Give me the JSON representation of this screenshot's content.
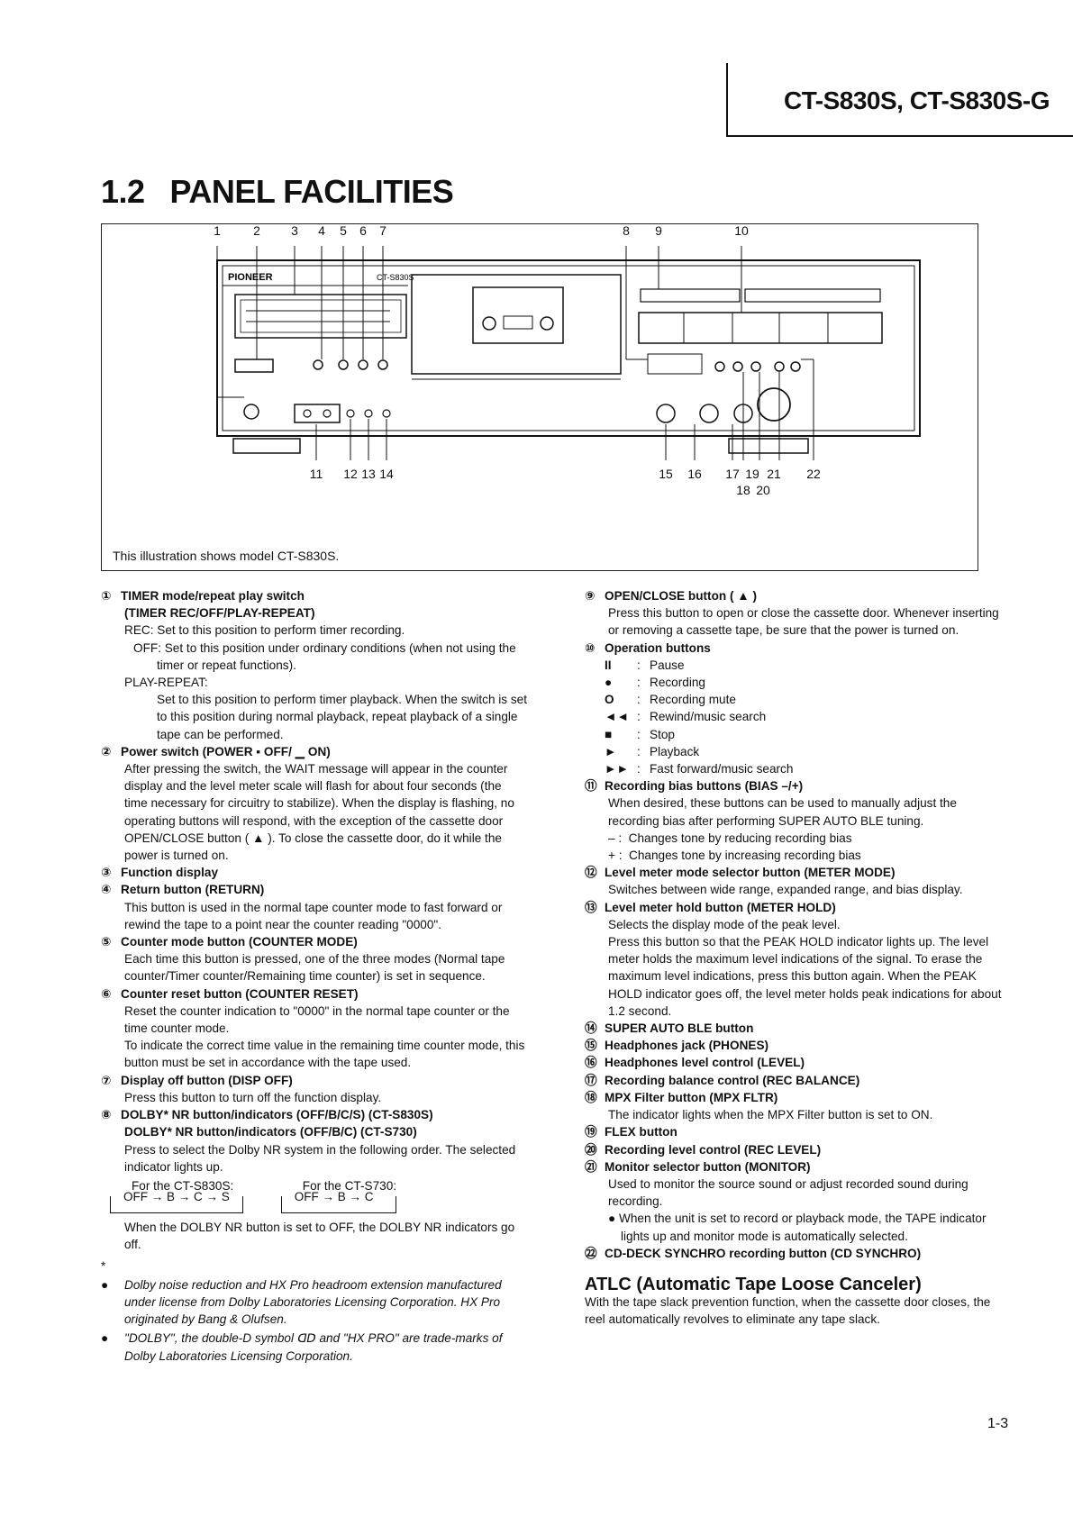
{
  "header": {
    "model": "CT-S830S, CT-S830S-G"
  },
  "section": {
    "number": "1.2",
    "title": "PANEL FACILITIES"
  },
  "figure": {
    "caption": "This illustration shows model CT-S830S.",
    "brand": "PIONEER",
    "model_label": "CT-S830S",
    "top_numbers": [
      "1",
      "2",
      "3",
      "4",
      "5",
      "6",
      "7",
      "8",
      "9",
      "10"
    ],
    "bottom_numbers": [
      "11",
      "12",
      "13",
      "14",
      "15",
      "16",
      "17",
      "18",
      "19",
      "20",
      "21",
      "22"
    ]
  },
  "left_items": {
    "i1": {
      "num": "①",
      "title": "TIMER mode/repeat play switch",
      "subtitle": "(TIMER REC/OFF/PLAY-REPEAT)",
      "rec": "REC: Set to this position to perform timer recording.",
      "off": "OFF: Set to this position under ordinary conditions (when not using the timer or repeat functions).",
      "play_label": "PLAY-REPEAT:",
      "play_text": "Set to this position to perform timer playback. When the switch is set to this position during normal playback, repeat playback of a single tape can be performed."
    },
    "i2": {
      "num": "②",
      "title": "Power switch (POWER ▪ OFF/ ▁ ON)",
      "text": "After pressing the switch, the WAIT message will appear in the counter display and the level meter scale will flash for about four seconds (the time necessary for circuitry to stabilize). When the display is flashing, no operating buttons will respond, with the exception of the cassette door OPEN/CLOSE button ( ▲ ). To close the cassette door, do it while the power is turned on."
    },
    "i3": {
      "num": "③",
      "title": "Function display"
    },
    "i4": {
      "num": "④",
      "title": "Return button (RETURN)",
      "text": "This button is used in the normal tape counter mode to fast forward or rewind the tape to a point near the counter reading \"0000\"."
    },
    "i5": {
      "num": "⑤",
      "title": "Counter mode button (COUNTER MODE)",
      "text": "Each time this button is pressed, one of the three modes (Normal tape counter/Timer counter/Remaining time counter) is set in sequence."
    },
    "i6": {
      "num": "⑥",
      "title": "Counter reset button (COUNTER RESET)",
      "text": "Reset the counter indication to \"0000\" in the normal tape counter or the time counter mode.",
      "text2": "To indicate the correct time value in the remaining time counter mode, this button must be set in accordance with the tape used."
    },
    "i7": {
      "num": "⑦",
      "title": "Display off button (DISP OFF)",
      "text": "Press this button to turn off the function display."
    },
    "i8": {
      "num": "⑧",
      "title": "DOLBY* NR button/indicators (OFF/B/C/S) (CT-S830S)",
      "subtitle": "DOLBY* NR button/indicators (OFF/B/C) (CT-S730)",
      "text": "Press to select the Dolby NR system in the following order. The selected indicator lights up.",
      "flow1_label": "For the CT-S830S:",
      "flow1": "OFF → B → C → S",
      "flow2_label": "For the CT-S730:",
      "flow2": "OFF → B → C",
      "text2": "When the DOLBY NR button is set to OFF, the DOLBY NR indicators go off."
    },
    "star": "*",
    "footnotes": [
      "Dolby noise reduction and HX Pro headroom extension manufactured under license from Dolby Laboratories Licensing Corporation. HX Pro originated by Bang & Olufsen.",
      "\"DOLBY\", the double-D symbol ᗡᗞ and \"HX PRO\" are trade-marks of Dolby Laboratories Licensing Corporation."
    ]
  },
  "right_items": {
    "i9": {
      "num": "⑨",
      "title": "OPEN/CLOSE button ( ▲ )",
      "text": "Press this button to open or close the cassette door. Whenever inserting or removing a cassette tape, be sure that the power is turned on."
    },
    "i10": {
      "num": "⑩",
      "title": "Operation buttons",
      "ops": [
        {
          "sym": "II",
          "desc": "Pause"
        },
        {
          "sym": "●",
          "desc": "Recording"
        },
        {
          "sym": "O",
          "desc": "Recording mute"
        },
        {
          "sym": "◄◄",
          "desc": "Rewind/music search"
        },
        {
          "sym": "■",
          "desc": "Stop"
        },
        {
          "sym": "►",
          "desc": "Playback"
        },
        {
          "sym": "►►",
          "desc": "Fast forward/music search"
        }
      ]
    },
    "i11": {
      "num": "⑪",
      "title": "Recording bias buttons (BIAS –/+)",
      "text": "When desired, these buttons can be used to manually adjust the recording bias after performing SUPER AUTO BLE tuning.",
      "minus": "– :  Changes tone by reducing recording bias",
      "plus": "+ :  Changes tone by increasing recording bias"
    },
    "i12": {
      "num": "⑫",
      "title": "Level meter mode selector button (METER MODE)",
      "text": "Switches between wide range, expanded range, and bias display."
    },
    "i13": {
      "num": "⑬",
      "title": "Level meter hold button (METER HOLD)",
      "text": "Selects the display mode of the peak level.",
      "text2": "Press this button so that the PEAK HOLD indicator lights up. The level meter holds the maximum level indications of the signal. To erase the maximum level indications, press this button again. When the PEAK HOLD indicator goes off, the level meter holds peak indications for about 1.2 second."
    },
    "i14": {
      "num": "⑭",
      "title": "SUPER AUTO BLE button"
    },
    "i15": {
      "num": "⑮",
      "title": "Headphones jack (PHONES)"
    },
    "i16": {
      "num": "⑯",
      "title": "Headphones level control (LEVEL)"
    },
    "i17": {
      "num": "⑰",
      "title": "Recording balance control (REC BALANCE)"
    },
    "i18": {
      "num": "⑱",
      "title": "MPX Filter button (MPX FLTR)",
      "text": "The indicator lights when the MPX Filter button is set to ON."
    },
    "i19": {
      "num": "⑲",
      "title": "FLEX button"
    },
    "i20": {
      "num": "⑳",
      "title": "Recording level control (REC LEVEL)"
    },
    "i21": {
      "num": "㉑",
      "title": "Monitor selector button (MONITOR)",
      "text": "Used to monitor the source sound or adjust recorded sound during recording.",
      "bullet": "● When the unit is set to record or playback mode, the TAPE indicator lights up and monitor mode is automatically selected."
    },
    "i22": {
      "num": "㉒",
      "title": "CD-DECK SYNCHRO recording button (CD SYNCHRO)"
    }
  },
  "atlc": {
    "title": "ATLC (Automatic Tape Loose Canceler)",
    "text": "With the tape slack prevention function, when the cassette door closes, the reel automatically revolves to eliminate any tape slack."
  },
  "page_number": "1-3"
}
